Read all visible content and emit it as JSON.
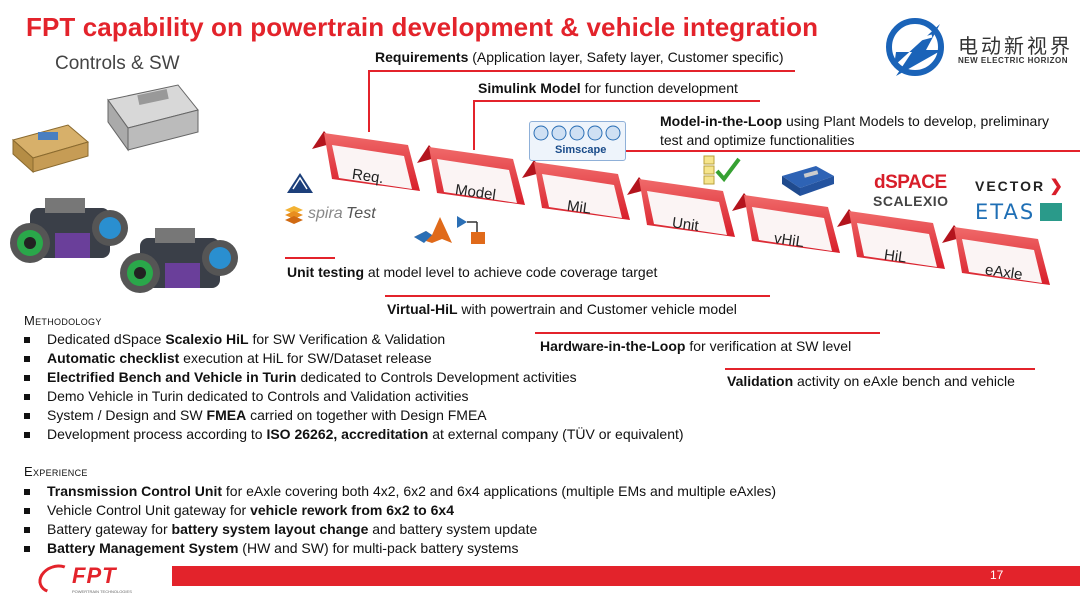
{
  "title": "FPT capability on powertrain development & vehicle integration",
  "subtitle": "Controls & SW",
  "brand": {
    "name_cn": "电动新视界",
    "name_en": "NEW ELECTRIC HORIZON",
    "color": "#1a63b8"
  },
  "accent_color": "#e3232b",
  "vendors": {
    "dspace": "dSPACE",
    "scalexio": "SCALEXIO",
    "vector": "VECTOR",
    "etas": "ETAS",
    "spiratest_a": "spira",
    "spiratest_b": "Test",
    "simscape": "Simscape"
  },
  "steps": [
    "Req.",
    "Model",
    "MiL",
    "Unit",
    "vHiL",
    "HiL",
    "eAxle"
  ],
  "callouts": {
    "req_b": "Requirements",
    "req_t": " (Application layer, Safety layer, Customer specific)",
    "model_b": "Simulink Model",
    "model_t": " for function development",
    "mil_b": "Model-in-the-Loop",
    "mil_t1": " using Plant Models to develop, preliminary",
    "mil_t2": "test and optimize functionalities",
    "unit_b": "Unit testing",
    "unit_t": " at model level to achieve code coverage target",
    "vhil_b": "Virtual-HiL",
    "vhil_t": " with powertrain and Customer vehicle model",
    "hil_b": "Hardware-in-the-Loop",
    "hil_t": " for verification at SW level",
    "val_b": "Validation",
    "val_t": " activity on eAxle bench and vehicle"
  },
  "methodology": {
    "heading": "Methodology",
    "items": [
      {
        "pre": "Dedicated dSpace ",
        "b": "Scalexio HiL",
        "post": " for SW Verification & Validation"
      },
      {
        "pre": "",
        "b": "Automatic checklist",
        "post": " execution at HiL for SW/Dataset release"
      },
      {
        "pre": "",
        "b": "Electrified Bench and Vehicle in Turin",
        "post": " dedicated to Controls Development activities"
      },
      {
        "pre": "Demo Vehicle in Turin dedicated to Controls and Validation activities",
        "b": "",
        "post": ""
      },
      {
        "pre": "System / Design and SW ",
        "b": "FMEA",
        "post": " carried on together with Design FMEA"
      },
      {
        "pre": "Development process according to ",
        "b": "ISO 26262, accreditation",
        "post": " at external company (TÜV or equivalent)"
      }
    ]
  },
  "experience": {
    "heading": "Experience",
    "items": [
      {
        "pre": "",
        "b": "Transmission Control Unit",
        "post": " for eAxle covering both 4x2, 6x2 and 6x4 applications (multiple EMs and multiple eAxles)"
      },
      {
        "pre": "Vehicle Control Unit gateway for ",
        "b": "vehicle rework from 6x2 to 6x4",
        "post": ""
      },
      {
        "pre": "Battery gateway for ",
        "b": "battery system layout change",
        "post": " and battery system update"
      },
      {
        "pre": "",
        "b": "Battery Management System",
        "post": " (HW and SW) for multi-pack battery systems"
      }
    ]
  },
  "footer": {
    "logo": "FPT",
    "logo_sub": "POWERTRAIN TECHNOLOGIES",
    "page_number": "17"
  }
}
